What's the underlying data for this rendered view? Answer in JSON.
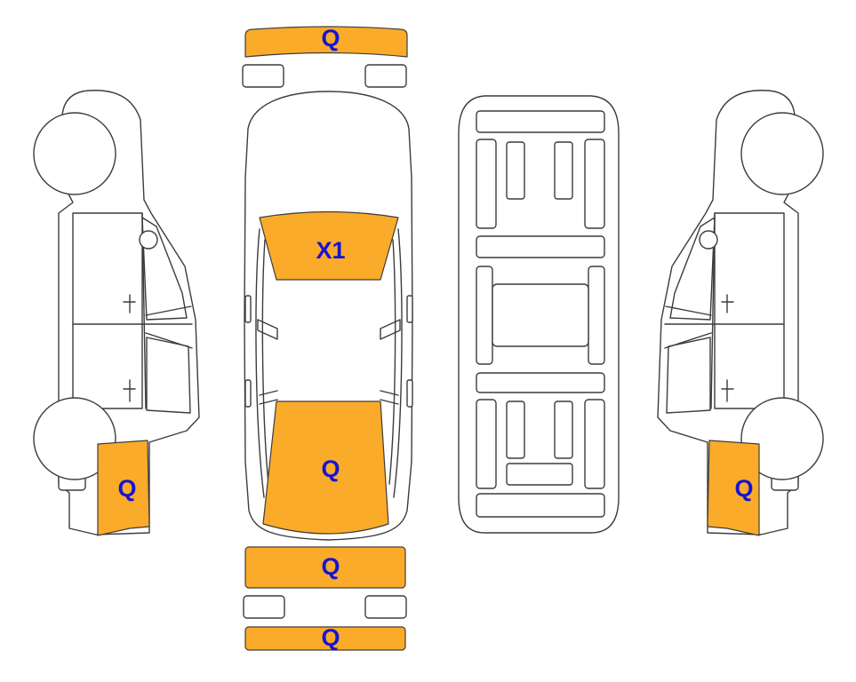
{
  "colors": {
    "damage_fill": "#FBAB2A",
    "code_text": "#1414D2",
    "outline": "#3C3C3C",
    "background": "#FFFFFF"
  },
  "damage_codes": {
    "front_bumper": "Q",
    "roof": "X1",
    "trunk_lid": "Q",
    "rear_panel": "Q",
    "rear_bumper": "Q",
    "left_rear_quarter": "Q",
    "right_rear_quarter": "Q"
  }
}
